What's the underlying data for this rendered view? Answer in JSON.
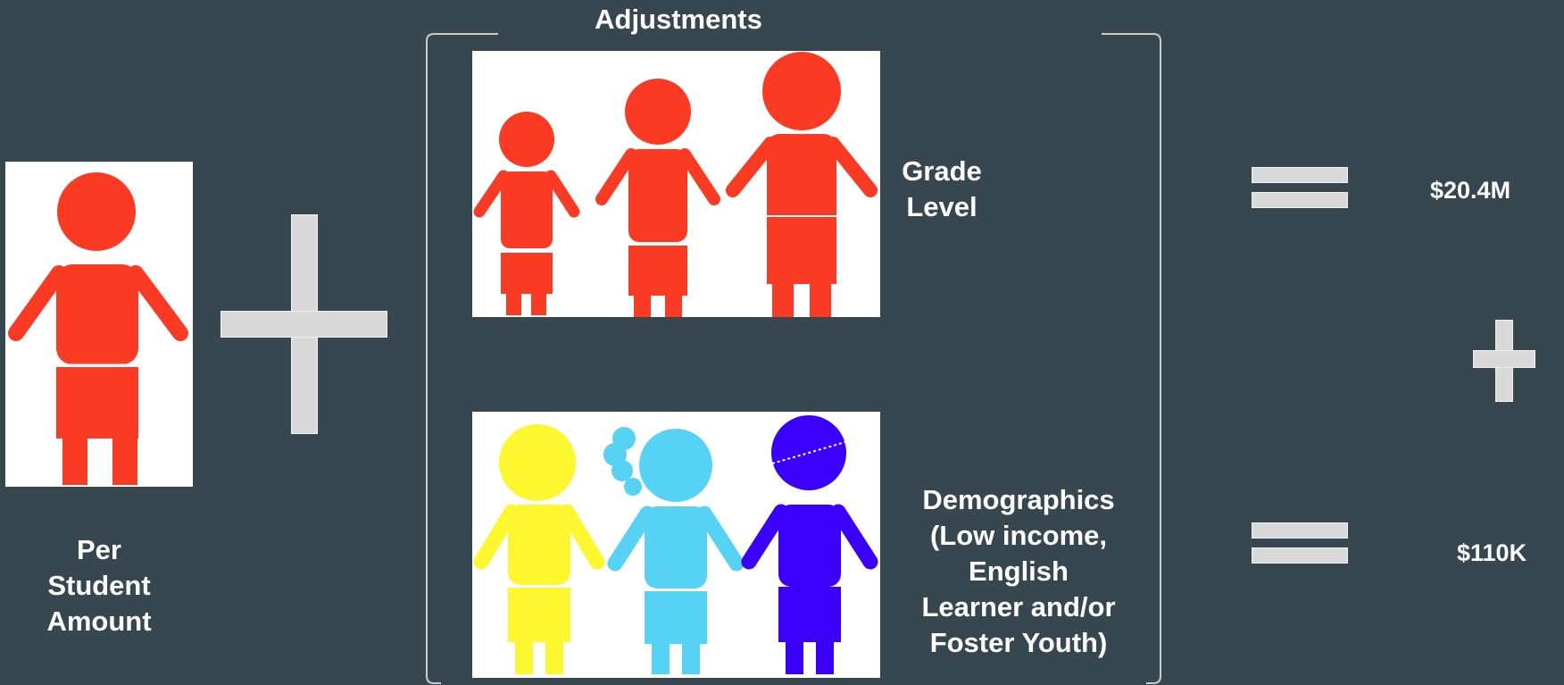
{
  "left": {
    "label_lines": [
      "Per",
      "Student",
      "Amount"
    ]
  },
  "adjustments": {
    "title": "Adjustments",
    "grade": {
      "label_lines": [
        "Grade",
        "Level"
      ]
    },
    "demographics": {
      "label_lines": [
        "Demographics",
        "(Low income,",
        "English",
        "Learner and/or",
        "Foster Youth)"
      ]
    }
  },
  "results": {
    "top_amount": "$20.4M",
    "bottom_amount": "$110K"
  },
  "colors": {
    "background": "#37474f",
    "figure_red": "#fb3a24",
    "figure_yellow": "#fdf730",
    "figure_light_blue": "#56d3f4",
    "figure_violet": "#3a00fb",
    "operator_gray": "#d9d9d9"
  }
}
